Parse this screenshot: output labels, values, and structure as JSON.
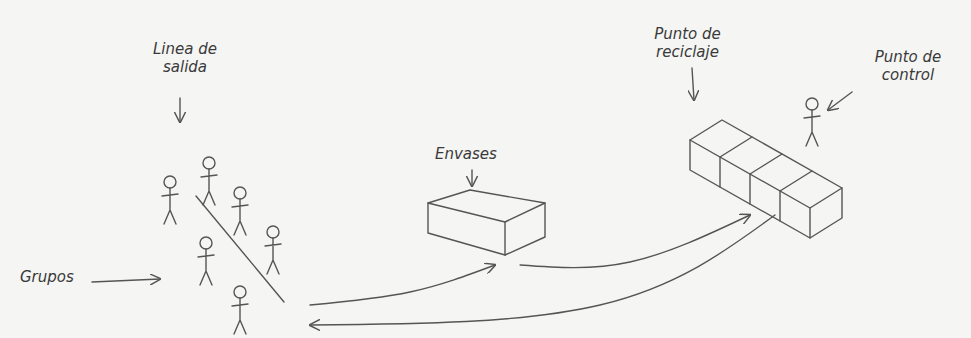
{
  "diagram": {
    "nodes": [
      {
        "text": [
          "Grupos"
        ]
      },
      {
        "text": [
          "Envases"
        ]
      },
      {
        "text": [
          "Punto de reciclaje"
        ]
      }
    ],
    "edges": [
      {
        "from": 0,
        "to": 1,
        "arrow": "to"
      },
      {
        "from": 1,
        "to": 2,
        "arrow": "to"
      },
      {
        "from": 2,
        "to": 0,
        "arrow": "to"
      }
    ],
    "labels": [
      "Linea de salida",
      "Punto de control"
    ]
  }
}
